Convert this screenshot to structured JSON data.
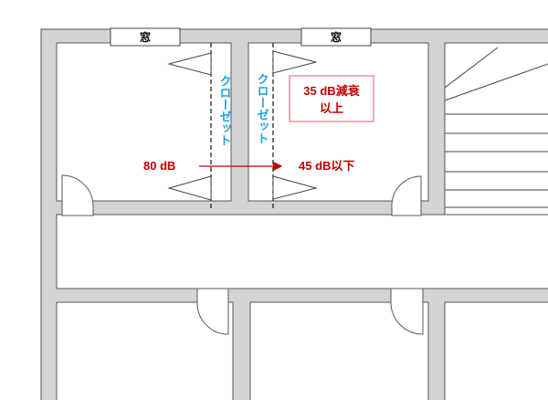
{
  "windows": [
    {
      "label": "窓"
    },
    {
      "label": "窓"
    }
  ],
  "closet_labels": [
    "クローゼット",
    "クローゼット"
  ],
  "source_level": "80 dB",
  "received_level": "45 dB以下",
  "attenuation_box": {
    "line1": "35 dB減衰",
    "line2": "以上"
  },
  "colors": {
    "wall": "#d4d4d4",
    "closet_text": "#1aa3e6",
    "annotation_red": "#c00000",
    "box_border": "#e06060"
  }
}
